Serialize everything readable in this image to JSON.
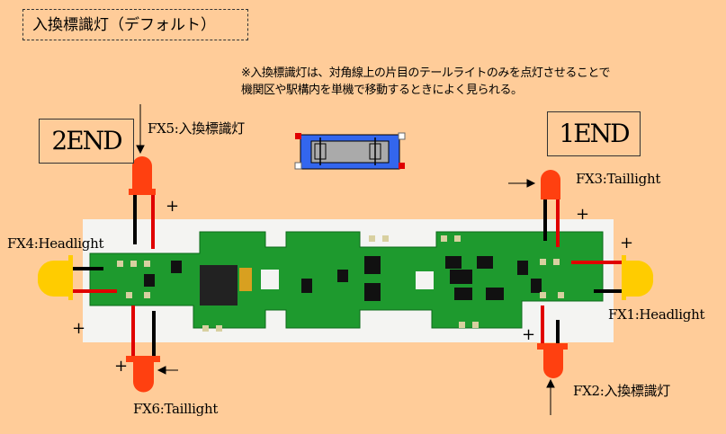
{
  "title": "入換標識灯（デフォルト）",
  "note": {
    "line1": "※入換標識灯は、対角線上の片目のテールライトのみを点灯させることで",
    "line2": "機関区や駅構内を単機で移動するときによく見られる。"
  },
  "ends": {
    "left": "2END",
    "right": "1END"
  },
  "labels": {
    "fx1": "FX1:Headlight",
    "fx2": "FX2:入換標識灯",
    "fx3": "FX3:Taillight",
    "fx4": "FX4:Headlight",
    "fx5": "FX5:入換標識灯",
    "fx6": "FX6:Taillight"
  },
  "plus": "+",
  "colors": {
    "background": "#FFCC99",
    "pcb": "#1E9A2E",
    "led_red": "#FF4010",
    "led_yellow": "#FFCC00",
    "wire_red": "#E00000",
    "wire_black": "#000000"
  }
}
